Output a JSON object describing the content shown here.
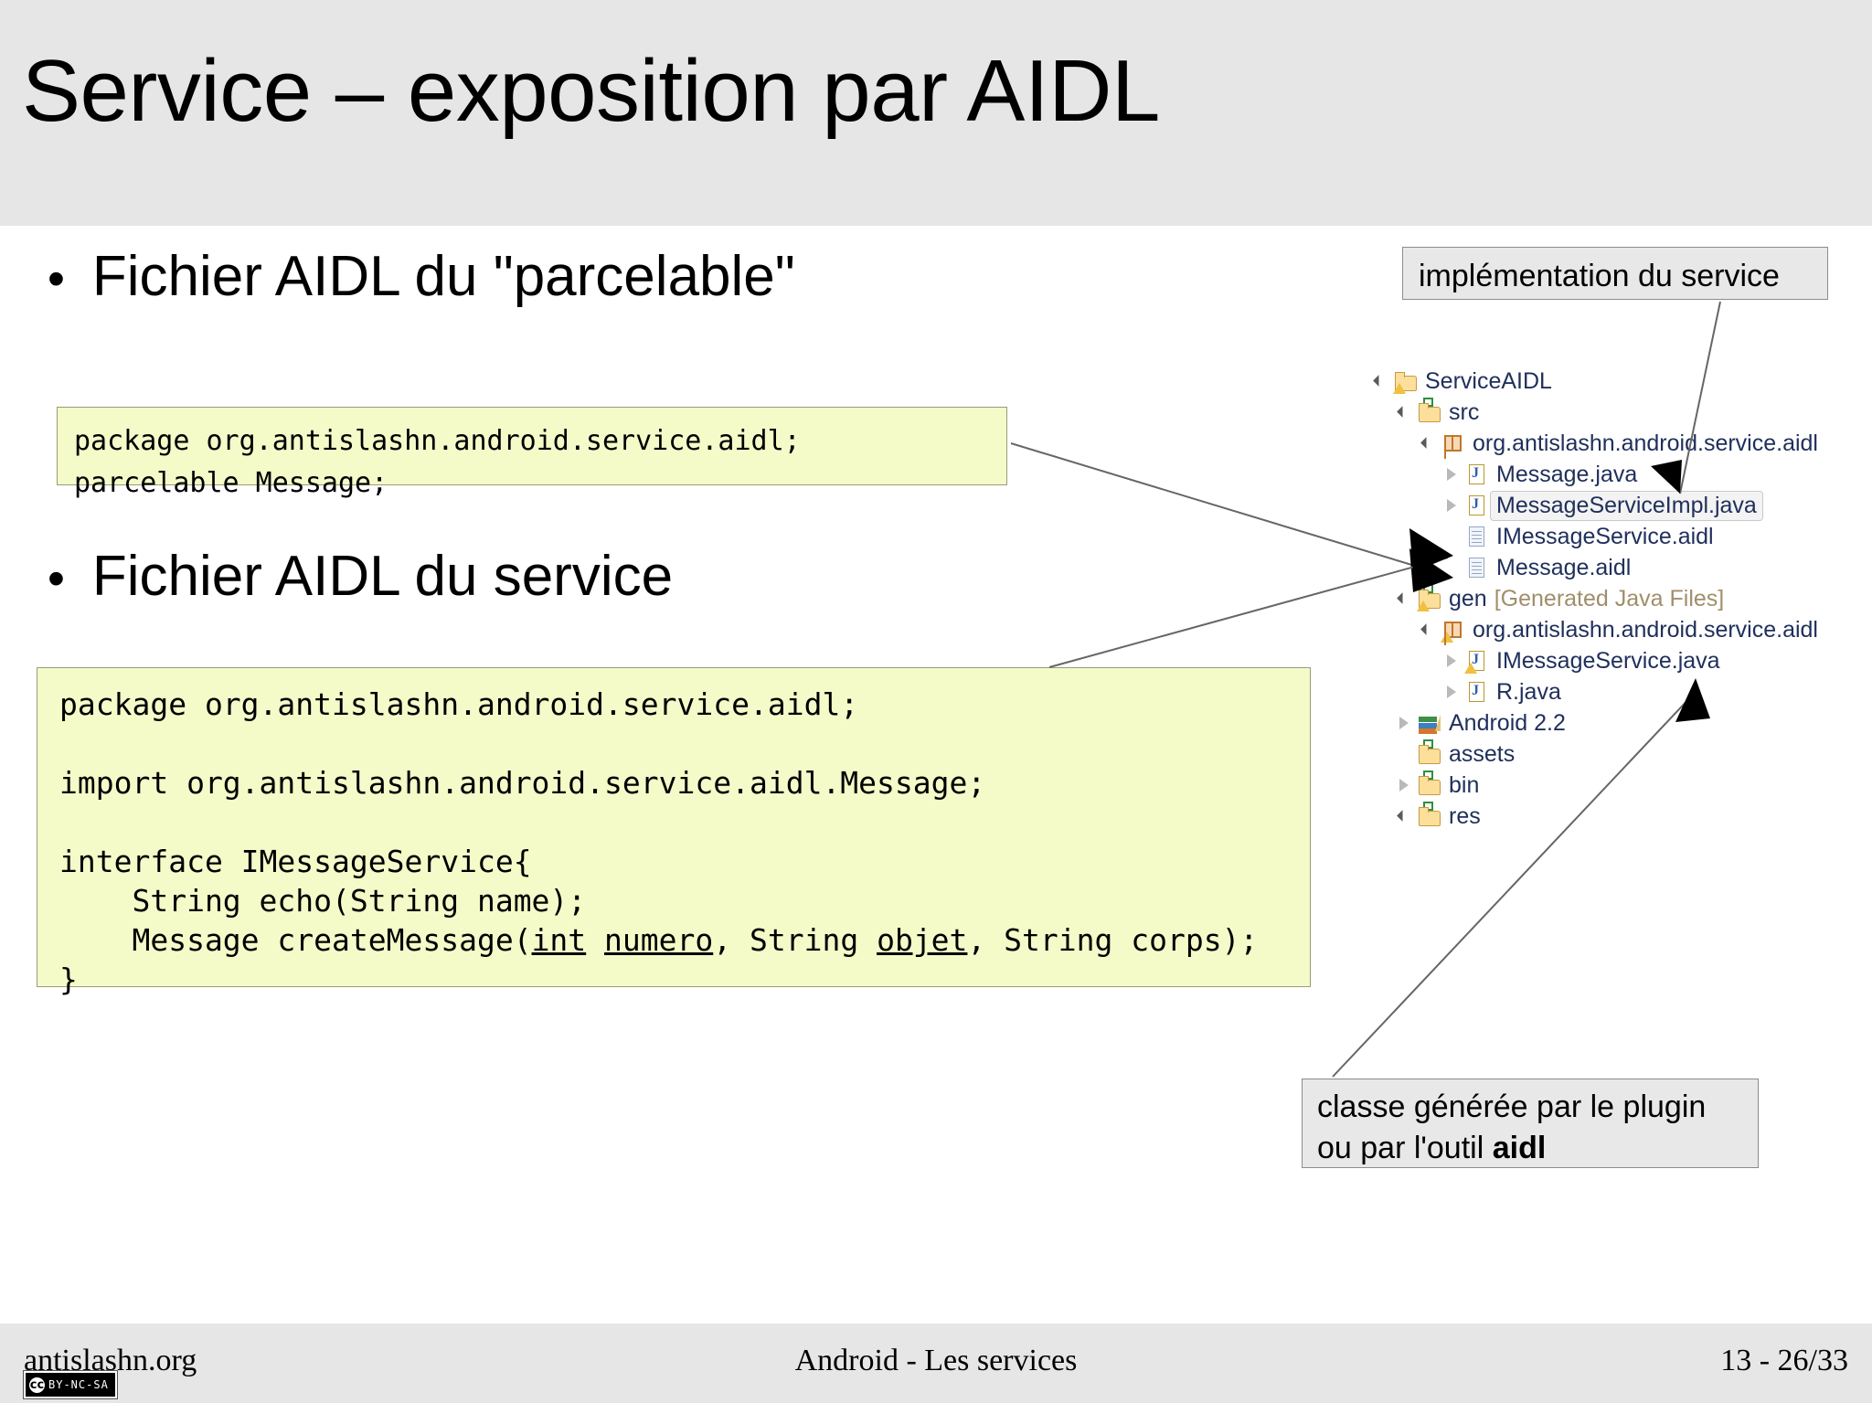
{
  "slide": {
    "title": "Service – exposition par AIDL"
  },
  "bullets": [
    {
      "marker": "•",
      "text": "Fichier AIDL du \"parcelable\""
    },
    {
      "marker": "•",
      "text": "Fichier AIDL du service"
    }
  ],
  "code_blocks": {
    "parcelable_aidl": "package org.antislashn.android.service.aidl;\nparcelable Message;",
    "service_aidl_line1": "package org.antislashn.android.service.aidl;",
    "service_aidl_line2": "import org.antislashn.android.service.aidl.Message;",
    "service_aidl_line3": "interface IMessageService{",
    "service_aidl_line4": "    String echo(String name);",
    "service_aidl_line5_a": "    Message createMessage(",
    "service_aidl_line5_int": "int",
    "service_aidl_line5_b": " ",
    "service_aidl_line5_numero": "numero",
    "service_aidl_line5_c": ", String ",
    "service_aidl_line5_objet": "objet",
    "service_aidl_line5_d": ", String corps);",
    "service_aidl_line6": "}"
  },
  "callouts": {
    "implementation": "implémentation du service",
    "generated_line1": "classe générée par le plugin",
    "generated_line2_prefix": "ou par l'outil ",
    "generated_line2_bold": "aidl"
  },
  "tree": {
    "items": [
      {
        "label": "ServiceAIDL",
        "icon": "android-project-icon",
        "twisty": "expanded",
        "indent": 0,
        "selected": false,
        "warn": true,
        "muted": false
      },
      {
        "label": "src",
        "icon": "source-folder-icon",
        "twisty": "expanded",
        "indent": 1,
        "selected": false,
        "warn": false,
        "muted": false
      },
      {
        "label": "org.antislashn.android.service.aidl",
        "icon": "package-icon",
        "twisty": "expanded",
        "indent": 2,
        "selected": false,
        "warn": false,
        "muted": false
      },
      {
        "label": "Message.java",
        "icon": "java-file-icon",
        "twisty": "collapsed",
        "indent": 3,
        "selected": false,
        "warn": false,
        "muted": false
      },
      {
        "label": "MessageServiceImpl.java",
        "icon": "java-file-icon",
        "twisty": "collapsed",
        "indent": 3,
        "selected": true,
        "warn": false,
        "muted": false
      },
      {
        "label": "IMessageService.aidl",
        "icon": "file-icon",
        "twisty": "none",
        "indent": 3,
        "selected": false,
        "warn": false,
        "muted": false
      },
      {
        "label": "Message.aidl",
        "icon": "file-icon",
        "twisty": "none",
        "indent": 3,
        "selected": false,
        "warn": false,
        "muted": false
      },
      {
        "label": "gen",
        "icon": "source-folder-icon",
        "twisty": "expanded",
        "indent": 1,
        "selected": false,
        "warn": true,
        "muted": false,
        "suffix": "[Generated Java Files]"
      },
      {
        "label": "org.antislashn.android.service.aidl",
        "icon": "package-icon",
        "twisty": "expanded",
        "indent": 2,
        "selected": false,
        "warn": true,
        "muted": false
      },
      {
        "label": "IMessageService.java",
        "icon": "java-file-icon",
        "twisty": "collapsed",
        "indent": 3,
        "selected": false,
        "warn": true,
        "muted": false
      },
      {
        "label": "R.java",
        "icon": "java-file-icon",
        "twisty": "collapsed",
        "indent": 3,
        "selected": false,
        "warn": false,
        "muted": false
      },
      {
        "label": "Android 2.2",
        "icon": "library-icon",
        "twisty": "collapsed",
        "indent": 1,
        "selected": false,
        "warn": false,
        "muted": false
      },
      {
        "label": "assets",
        "icon": "folder-icon",
        "twisty": "none",
        "indent": 1,
        "selected": false,
        "warn": false,
        "muted": false
      },
      {
        "label": "bin",
        "icon": "folder-icon",
        "twisty": "collapsed",
        "indent": 1,
        "selected": false,
        "warn": false,
        "muted": false
      },
      {
        "label": "res",
        "icon": "folder-icon",
        "twisty": "expanded",
        "indent": 1,
        "selected": false,
        "warn": false,
        "muted": false
      }
    ]
  },
  "footer": {
    "left": "antislashn.org",
    "center": "Android - Les services",
    "right": "13 - 26/33",
    "license_mark": "cc",
    "license_text": "BY-NC-SA"
  },
  "colors": {
    "band": "#e6e6e6",
    "code_bg": "#f5fac9",
    "code_border": "#9a9a7a",
    "callout_bg": "#e8e8e8",
    "tree_text": "#20305c",
    "tree_muted": "#a08e6a"
  }
}
